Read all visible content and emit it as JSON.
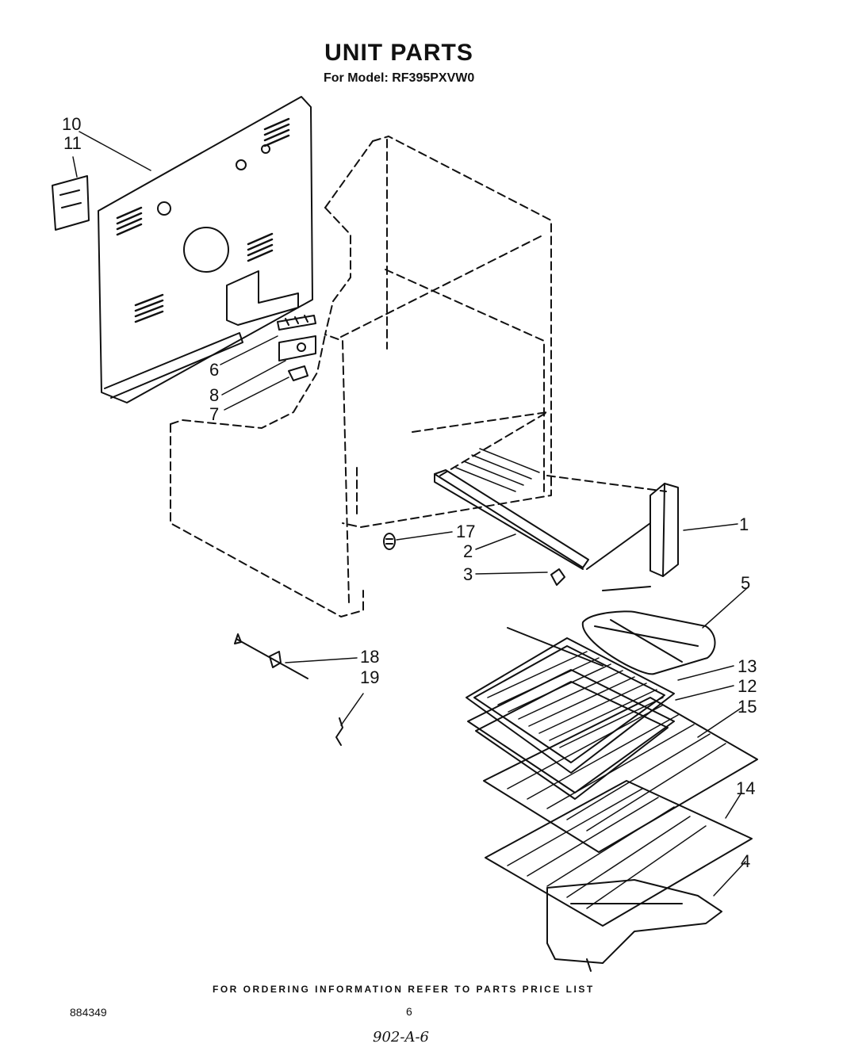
{
  "title": "UNIT PARTS",
  "subtitle": "For Model: RF395PXVW0",
  "footer_note": "FOR ORDERING INFORMATION REFER TO PARTS PRICE LIST",
  "doc_number": "884349",
  "page_number": "6",
  "handwritten_note": "902-A-6",
  "callouts": {
    "c1": "1",
    "c2": "2",
    "c3": "3",
    "c4": "4",
    "c5": "5",
    "c6": "6",
    "c7": "7",
    "c8": "8",
    "c10": "10",
    "c11": "11",
    "c12": "12",
    "c13": "13",
    "c14": "14",
    "c15": "15",
    "c17": "17",
    "c18": "18",
    "c19": "19"
  }
}
